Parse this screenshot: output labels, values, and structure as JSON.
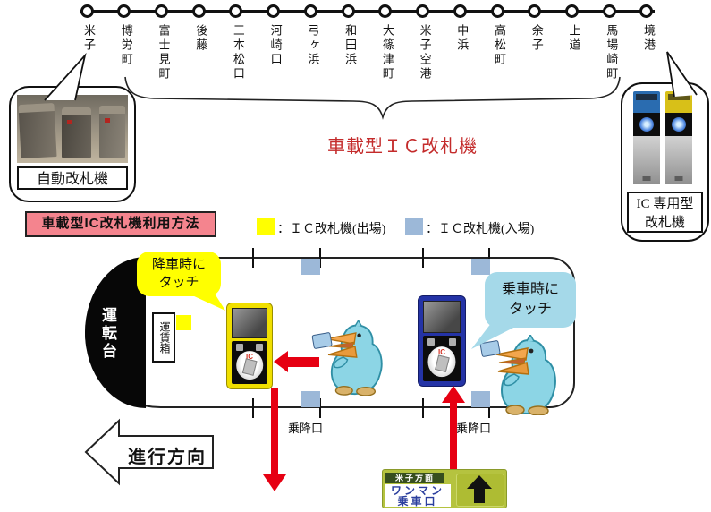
{
  "railway": {
    "stations": [
      "米子",
      "博労町",
      "富士見町",
      "後藤",
      "三本松口",
      "河崎口",
      "弓ヶ浜",
      "和田浜",
      "大篠津町",
      "米子空港",
      "中浜",
      "高松町",
      "余子",
      "上道",
      "馬場崎町",
      "境港"
    ]
  },
  "callouts": {
    "auto_gate_label": "自動改札機",
    "ic_gate_label_line1": "IC 専用型",
    "ic_gate_label_line2": "改札機",
    "onboard_gate_label": "車載型ＩＣ改札機"
  },
  "usage": {
    "title": "車載型IC改札機利用方法",
    "legend_exit_label": "：ＩＣ改札機(出場)",
    "legend_enter_label": "：ＩＣ改札機(入場)"
  },
  "train_car": {
    "driver_cab_label": "運転台",
    "fare_box_label": "運賃箱",
    "alight_bubble_line1": "降車時に",
    "alight_bubble_line2": "タッチ",
    "board_bubble_line1": "乗車時に",
    "board_bubble_line2": "タッチ",
    "front_door_label": "乗降口",
    "rear_door_label": "乗降口",
    "reader_logo": "IC"
  },
  "direction_arrow_label": "進行方向",
  "boarding_sign": {
    "direction_label": "米子方面",
    "line1": "ワンマン",
    "line2": "乗車口"
  },
  "colors": {
    "exit_marker": "#ffff00",
    "enter_marker": "#9cb8d8",
    "onboard_text_red": "#c42b2b",
    "usage_title_bg": "#f4848e",
    "arrow_red": "#e60012",
    "sign_green": "#b5c33f"
  }
}
